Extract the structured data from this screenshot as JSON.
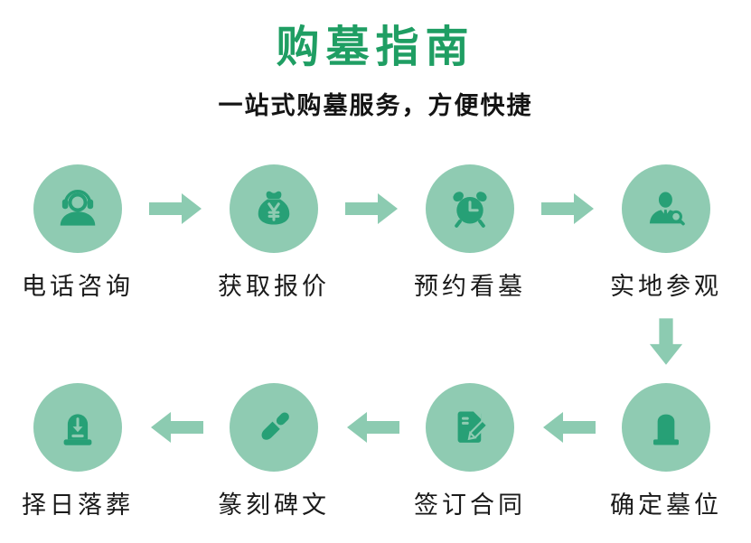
{
  "header": {
    "title": "购墓指南",
    "subtitle": "一站式购墓服务，方便快捷"
  },
  "colors": {
    "title_green": "#1f9e63",
    "text_dark": "#1a1a1a",
    "circle_bg": "#8fcbb2",
    "icon_green": "#27a076",
    "arrow_green": "#8ccbb1",
    "background": "#ffffff"
  },
  "flow": {
    "row1_direction": "left-to-right",
    "row2_direction": "right-to-left",
    "row1": [
      {
        "label": "电话咨询",
        "icon": "headset-agent-icon"
      },
      {
        "label": "获取报价",
        "icon": "money-bag-icon"
      },
      {
        "label": "预约看墓",
        "icon": "alarm-clock-icon"
      },
      {
        "label": "实地参观",
        "icon": "person-magnifier-icon"
      }
    ],
    "row2": [
      {
        "label": "择日落葬",
        "icon": "tombstone-lowering-icon"
      },
      {
        "label": "篆刻碑文",
        "icon": "carving-knife-icon"
      },
      {
        "label": "签订合同",
        "icon": "contract-pen-icon"
      },
      {
        "label": "确定墓位",
        "icon": "tombstone-icon"
      }
    ]
  }
}
